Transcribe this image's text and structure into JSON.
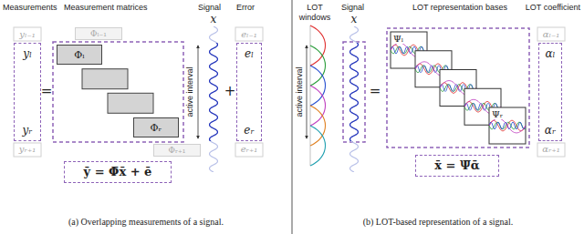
{
  "diagram": {
    "nodes": [
      {
        "text": [
          "yₗ",
          "yᵣ"
        ]
      },
      {
        "text": [
          "Φₗ₋₁"
        ]
      },
      {
        "text": [
          "Φₗ"
        ]
      },
      {
        "text": [
          "Φᵣ"
        ]
      },
      {
        "text": [
          "Φᵣ₊₁"
        ]
      },
      {
        "text": [
          "eₗ",
          "eᵣ"
        ]
      },
      {
        "text": [
          "ȳ = Φ̄x̄ + ē"
        ]
      },
      {
        "text": [
          "Ψₗ"
        ]
      },
      {
        "text": [
          "Ψᵣ"
        ]
      },
      {
        "text": [
          "αₗ",
          "αᵣ"
        ]
      },
      {
        "text": [
          "x̄ = Ψ̄ᾱ"
        ]
      }
    ],
    "labels": [
      "Measurements",
      "Measurement matrices",
      "Signal",
      "Error",
      "yₗ₋₁",
      "yᵣ₊₁",
      "=",
      "x",
      "active interval",
      "+",
      "eₗ₋₁",
      "eᵣ₊₁",
      "(a) Overlapping measurements of a signal.",
      "LOT windows",
      "Signal",
      "LOT representation bases",
      "LOT coefficient",
      "x",
      "active interval",
      "=",
      "αₗ₋₁",
      "αᵣ₊₁",
      "(b) LOT-based representation of a signal."
    ]
  }
}
